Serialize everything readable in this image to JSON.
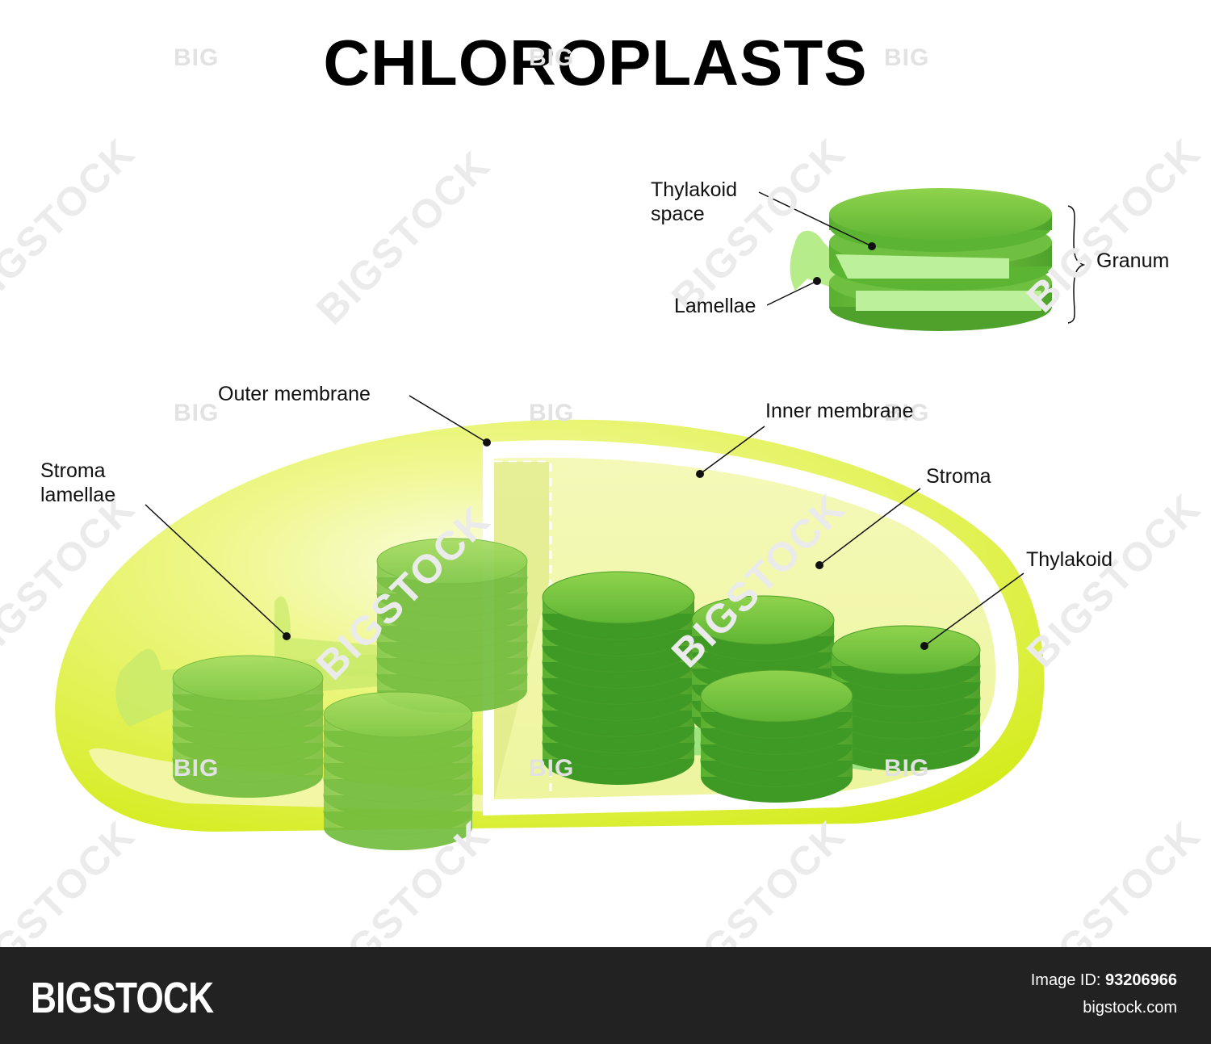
{
  "title": "CHLOROPLASTS",
  "labels": {
    "thylakoid_space": [
      "Thylakoid",
      "space"
    ],
    "lamellae": "Lamellae",
    "granum": "Granum",
    "outer_membrane": "Outer membrane",
    "inner_membrane": "Inner membrane",
    "stroma_lamellae": [
      "Stroma",
      "lamellae"
    ],
    "stroma": "Stroma",
    "thylakoid": "Thylakoid"
  },
  "watermark": {
    "small": "BIG",
    "large": "BIGSTOCK"
  },
  "footer": {
    "brand": "BIGSTOCK",
    "image_id_label": "Image ID:",
    "image_id": "93206966",
    "site": "bigstock.com"
  },
  "colors": {
    "outer_shell": "#d8ee1e",
    "stroma_fill": "#f0f6a8",
    "granum_dark": "#5cb433",
    "granum_light": "#8fd34d",
    "lamella": "#a3e07a"
  }
}
